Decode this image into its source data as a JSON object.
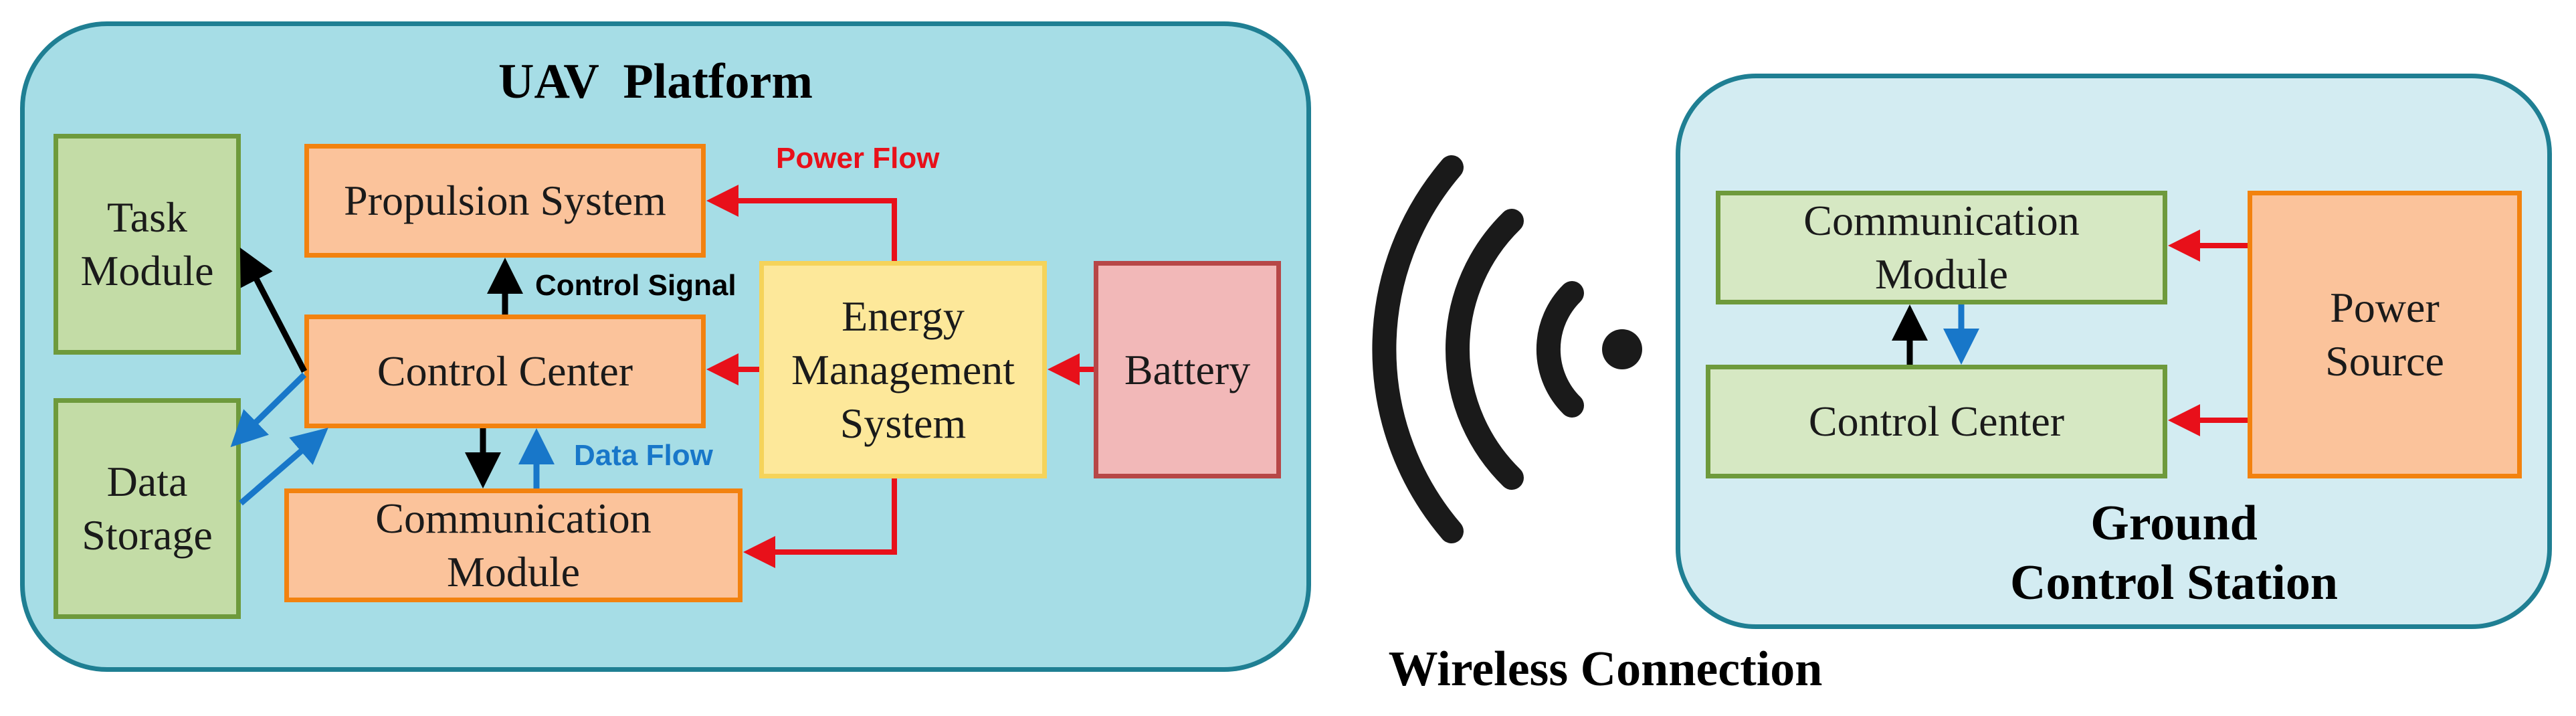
{
  "uav": {
    "title": "UAV  Platform",
    "task_module": "Task\nModule",
    "data_storage": "Data\nStorage",
    "propulsion": "Propulsion System",
    "control_center": "Control Center",
    "communication": "Communication\nModule",
    "energy": "Energy\nManagement\nSystem",
    "battery": "Battery",
    "power_flow_label": "Power Flow",
    "control_signal_label": "Control Signal",
    "data_flow_label": "Data Flow"
  },
  "gcs": {
    "title": "Ground\nControl Station",
    "communication": "Communication\nModule",
    "control_center": "Control Center",
    "power_source": "Power\nSource"
  },
  "wireless_label": "Wireless Connection",
  "colors": {
    "power": "#e8101a",
    "control": "#000000",
    "data": "#1877c9",
    "panel_fill": "#a6dde6",
    "panel_border": "#1f7f93"
  }
}
